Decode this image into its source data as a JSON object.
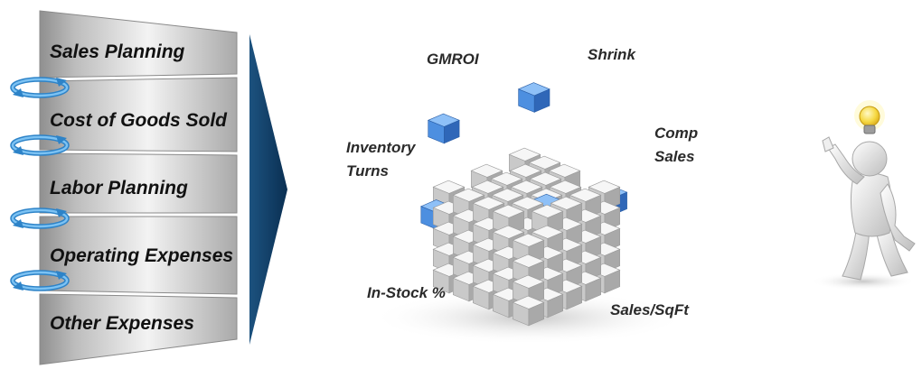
{
  "steps": [
    {
      "label": "Sales Planning"
    },
    {
      "label": "Cost of Goods Sold"
    },
    {
      "label": "Labor Planning"
    },
    {
      "label": "Operating Expenses"
    },
    {
      "label": "Other Expenses"
    }
  ],
  "metrics": {
    "gmroi": "GMROI",
    "shrink": "Shrink",
    "inventory_turns_1": "Inventory",
    "inventory_turns_2": "Turns",
    "comp_sales_1": "Comp",
    "comp_sales_2": "Sales",
    "in_stock": "In-Stock %",
    "sales_sqft": "Sales/SqFt"
  },
  "icons": {
    "cycle": "cycle-arrows-icon",
    "arrow": "right-chevron-arrow-icon",
    "cube": "data-cube-icon",
    "figure": "thinking-person-lightbulb-icon"
  },
  "colors": {
    "panel_light": "#f0f0f0",
    "panel_dark": "#9a9a9a",
    "arrow": "#0e3d66",
    "cycle": "#4aa3e6",
    "cube_blue": "#4a8fe0",
    "cube_gray": "#d8d8d8",
    "bulb": "#f2d23a"
  }
}
